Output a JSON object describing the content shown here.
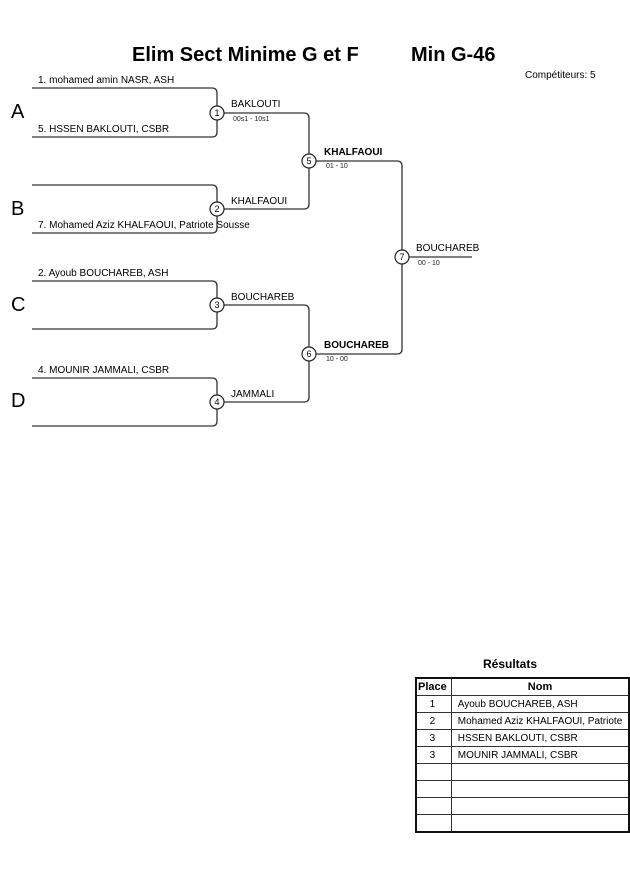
{
  "header": {
    "title": "Elim Sect Minime G et F",
    "category": "Min G-46",
    "competitors": "Compétiteurs: 5"
  },
  "pools": [
    "A",
    "B",
    "C",
    "D"
  ],
  "entries": [
    {
      "label": "1. mohamed amin NASR, ASH"
    },
    {
      "label": "5. HSSEN BAKLOUTI, CSBR"
    },
    {
      "label": ""
    },
    {
      "label": "7. Mohamed Aziz KHALFAOUI, Patriote Sousse"
    },
    {
      "label": "2. Ayoub BOUCHAREB, ASH"
    },
    {
      "label": ""
    },
    {
      "label": "4. MOUNIR JAMMALI, CSBR"
    },
    {
      "label": ""
    }
  ],
  "matches": [
    {
      "number": "1",
      "winner": "BAKLOUTI",
      "score": "00s1 - 10s1"
    },
    {
      "number": "2",
      "winner": "KHALFAOUI",
      "score": ""
    },
    {
      "number": "3",
      "winner": "BOUCHAREB",
      "score": ""
    },
    {
      "number": "4",
      "winner": "JAMMALI",
      "score": ""
    },
    {
      "number": "5",
      "winner": "KHALFAOUI",
      "score": "01 - 10"
    },
    {
      "number": "6",
      "winner": "BOUCHAREB",
      "score": "10 - 00"
    },
    {
      "number": "7",
      "winner": "BOUCHAREB",
      "score": "00 - 10"
    }
  ],
  "results": {
    "title": "Résultats",
    "columns": [
      "Place",
      "Nom"
    ],
    "rows": [
      {
        "place": "1",
        "name": "Ayoub BOUCHAREB, ASH"
      },
      {
        "place": "2",
        "name": "Mohamed Aziz KHALFAOUI, Patriote"
      },
      {
        "place": "3",
        "name": "HSSEN BAKLOUTI, CSBR"
      },
      {
        "place": "3",
        "name": "MOUNIR JAMMALI, CSBR"
      },
      {
        "place": "",
        "name": ""
      },
      {
        "place": "",
        "name": ""
      },
      {
        "place": "",
        "name": ""
      },
      {
        "place": "",
        "name": ""
      }
    ]
  }
}
